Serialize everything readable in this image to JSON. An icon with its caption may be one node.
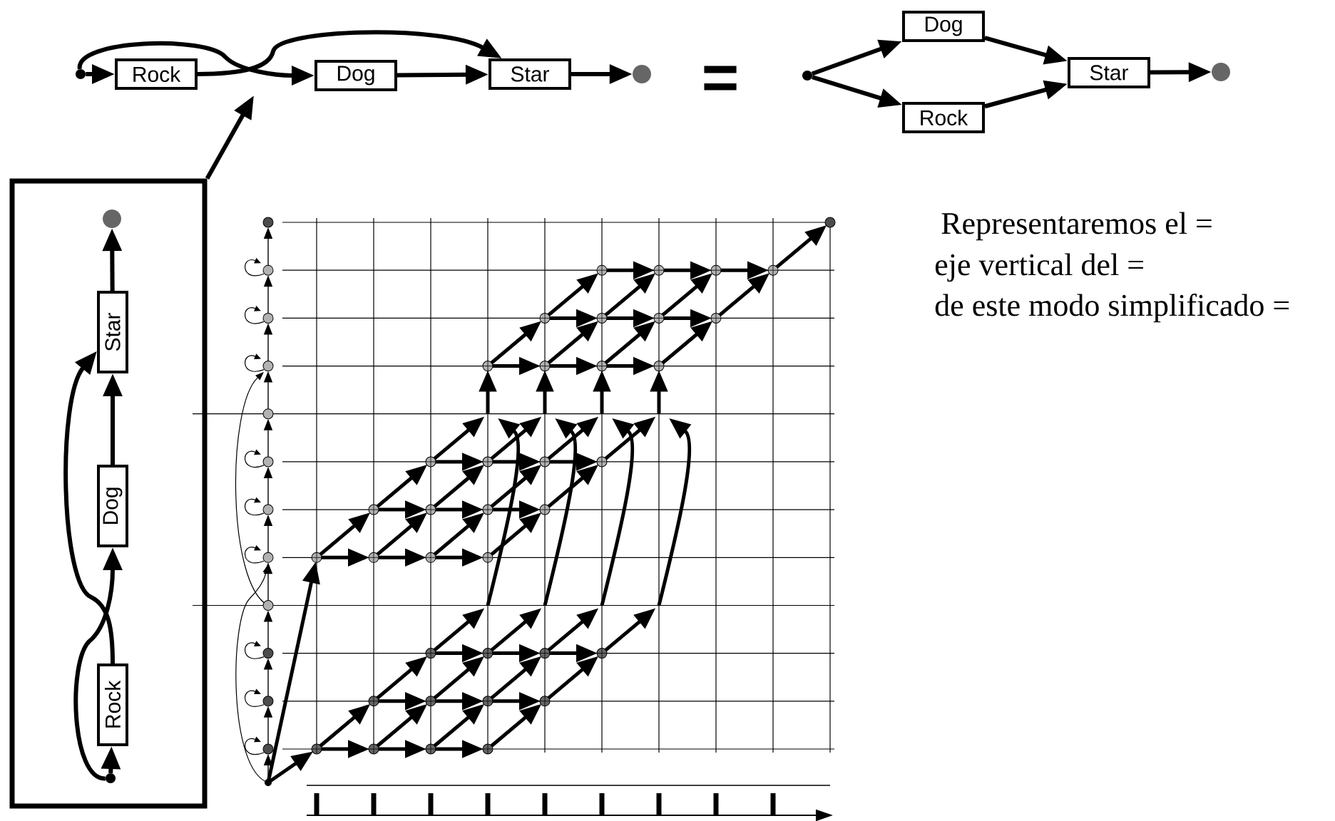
{
  "diagram": {
    "nodes": [
      {
        "text": [],
        "shape": "circle"
      },
      {
        "text": [
          "Rock"
        ]
      },
      {
        "text": [
          "Dog"
        ]
      },
      {
        "text": [
          "Star"
        ]
      },
      {
        "text": [],
        "shape": "circle"
      },
      {
        "text": [],
        "shape": "circle"
      },
      {
        "text": [
          "Dog"
        ]
      },
      {
        "text": [
          "Rock"
        ]
      },
      {
        "text": [
          "Star"
        ]
      },
      {
        "text": [],
        "shape": "circle"
      },
      {
        "text": [],
        "shape": "box"
      },
      {
        "text": [],
        "shape": "circle",
        "in": 10
      },
      {
        "text": [
          "Star"
        ],
        "in": 10
      },
      {
        "text": [
          "Dog"
        ],
        "in": 10
      },
      {
        "text": [
          "Rock"
        ],
        "in": 10
      },
      {
        "text": [],
        "shape": "circle",
        "in": 10
      }
    ],
    "edges": [
      {
        "from": 0,
        "to": 1,
        "arrow": "to"
      },
      {
        "from": 0,
        "to": 2,
        "arrow": "to"
      },
      {
        "from": 1,
        "to": 3,
        "arrow": "to"
      },
      {
        "from": 2,
        "to": 3,
        "arrow": "to"
      },
      {
        "from": 3,
        "to": 4,
        "arrow": "to"
      },
      {
        "from": 5,
        "to": 6,
        "arrow": "to"
      },
      {
        "from": 5,
        "to": 7,
        "arrow": "to"
      },
      {
        "from": 6,
        "to": 8,
        "arrow": "to"
      },
      {
        "from": 7,
        "to": 8,
        "arrow": "to"
      },
      {
        "from": 8,
        "to": 9,
        "arrow": "to"
      },
      {
        "from": 15,
        "to": 14,
        "arrow": "to"
      },
      {
        "from": 15,
        "to": 13,
        "arrow": "to"
      },
      {
        "from": 14,
        "to": 12,
        "arrow": "to"
      },
      {
        "from": 13,
        "to": 12,
        "arrow": "to"
      },
      {
        "from": 12,
        "to": 11,
        "arrow": "to"
      },
      {
        "from": 10,
        "to": null,
        "arrow": "to"
      }
    ],
    "labels": [
      "=",
      "Representaremos el =",
      "eje vertical del =",
      "de este modo simplificado ="
    ]
  }
}
